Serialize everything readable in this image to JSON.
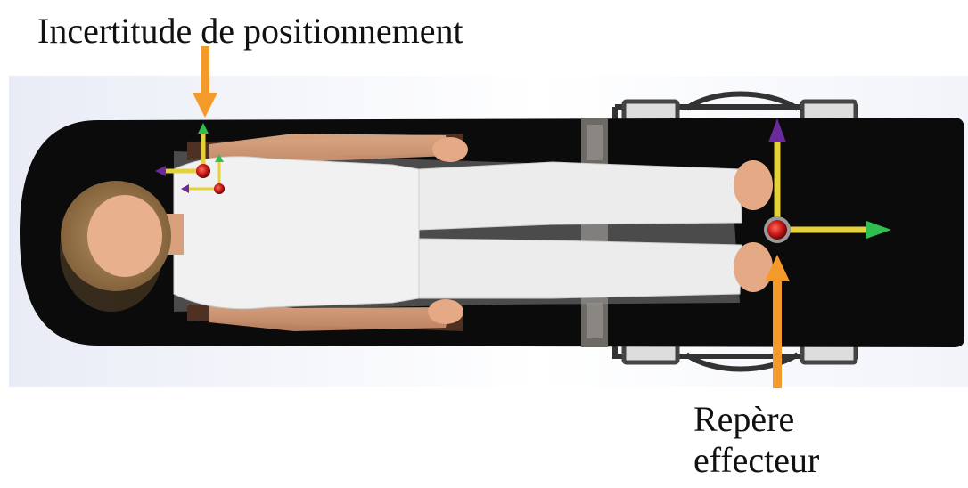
{
  "labels": {
    "top": "Incertitude de positionnement",
    "bottom_line1": "Repère",
    "bottom_line2": "effecteur"
  },
  "colors": {
    "arrow": "#f39a2b",
    "table": "#0c0c0c",
    "axis_x": "#2fbf4f",
    "axis_y": "#e5d23a",
    "axis_z": "#6a2a9a",
    "origin": "#d62020"
  }
}
